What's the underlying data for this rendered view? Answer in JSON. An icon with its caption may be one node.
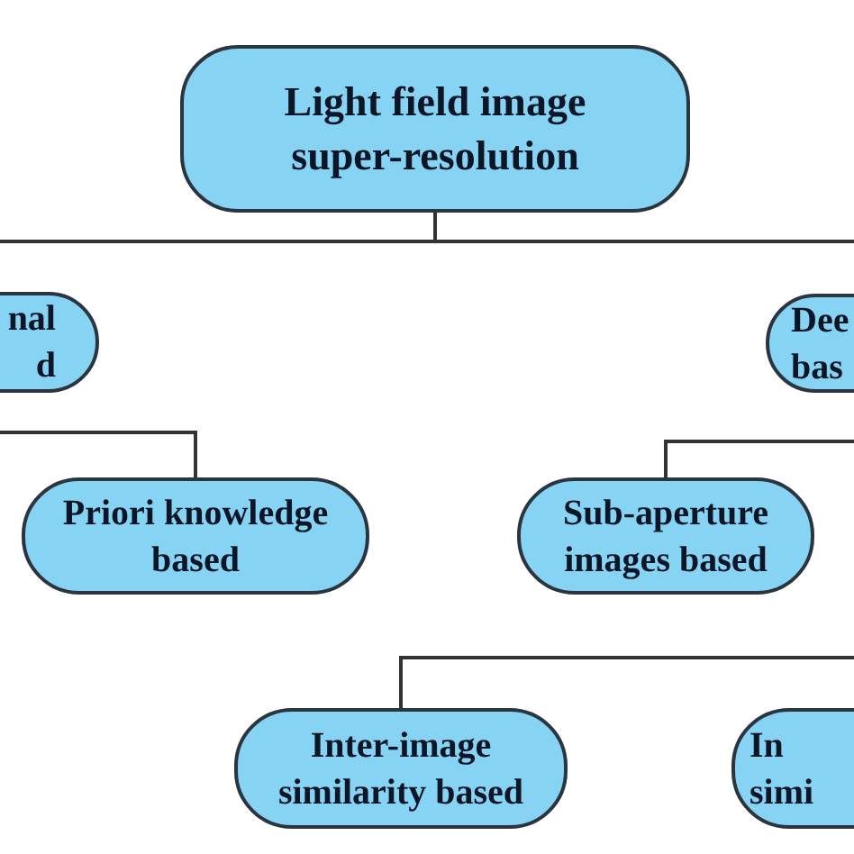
{
  "diagram": {
    "nodes": [
      {
        "text": [
          "Light field image super-resolution"
        ]
      },
      {
        "text": [
          "nal d"
        ]
      },
      {
        "text": [
          "Dee bas"
        ]
      },
      {
        "text": [
          "Priori knowledge based"
        ]
      },
      {
        "text": [
          "Sub-aperture images based"
        ]
      },
      {
        "text": [
          "Inter-image similarity based"
        ]
      },
      {
        "text": [
          "In simi"
        ]
      }
    ],
    "edges": [
      {
        "from": 0,
        "to": 1,
        "arrow": "none"
      },
      {
        "from": 0,
        "to": 2,
        "arrow": "none"
      },
      {
        "from": 1,
        "to": 3,
        "arrow": "none"
      },
      {
        "from": 2,
        "to": 4,
        "arrow": "none"
      },
      {
        "from": null,
        "to": 5,
        "arrow": "none"
      }
    ]
  }
}
